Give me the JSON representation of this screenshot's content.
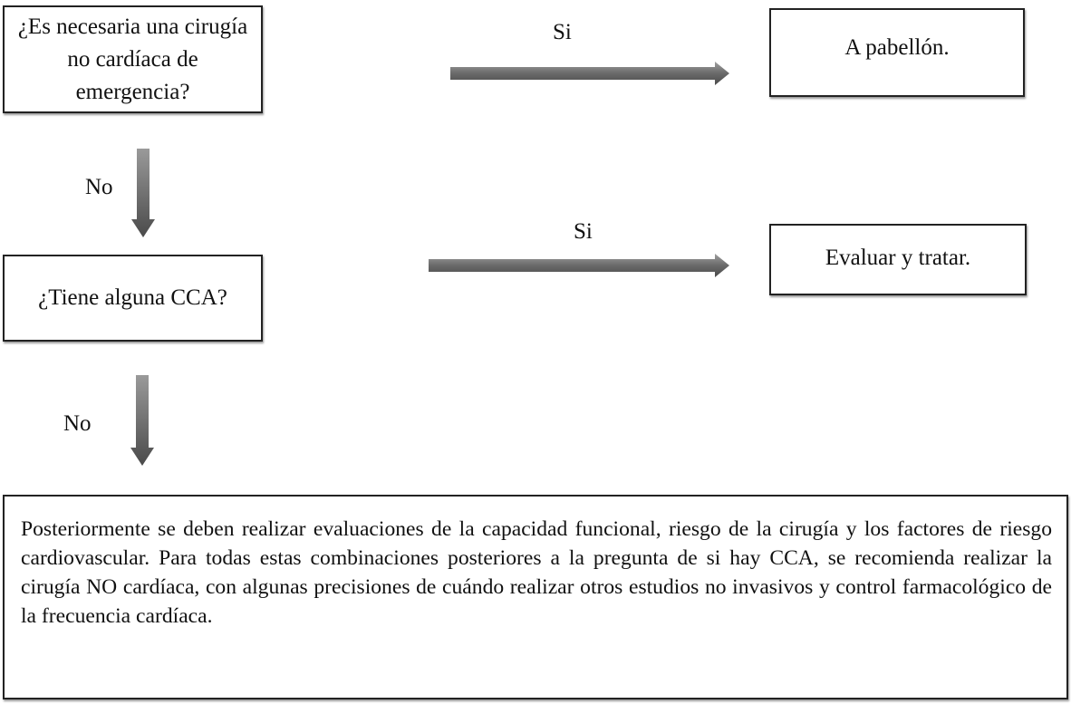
{
  "nodes": {
    "q1": "¿Es necesaria una cirugía no cardíaca  de emergencia?",
    "a1": "A pabellón.",
    "q2": "¿Tiene alguna CCA?",
    "a2": "Evaluar y tratar.",
    "final": "Posteriormente se deben realizar evaluaciones de la capacidad funcional, riesgo de la cirugía y los factores de riesgo cardiovascular. Para todas estas combinaciones posteriores a la pregunta de si hay CCA, se recomienda realizar la cirugía NO cardíaca, con algunas precisiones de cuándo realizar otros estudios no invasivos y control farmacológico de la frecuencia cardíaca."
  },
  "edges": {
    "q1_yes": "Si",
    "q1_no": "No",
    "q2_yes": "Si",
    "q2_no": "No"
  },
  "colors": {
    "arrow_dark": "#555555",
    "arrow_light": "#9a9a9a",
    "border": "#222222"
  }
}
